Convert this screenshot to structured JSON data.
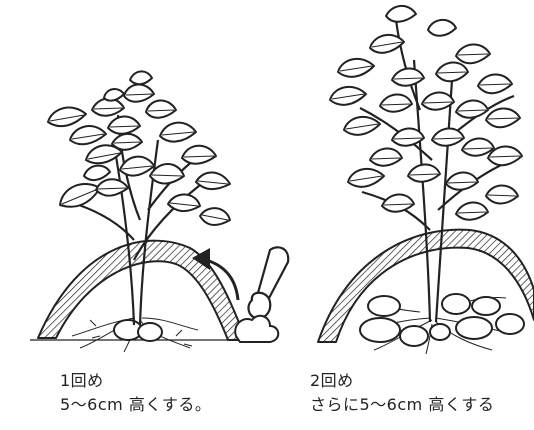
{
  "steps": [
    {
      "title": "1回め",
      "description": "5～6cm 高くする。"
    },
    {
      "title": "2回め",
      "description": "さらに5～6cm 高くする"
    }
  ],
  "colors": {
    "ink": "#222222",
    "background": "#ffffff"
  }
}
